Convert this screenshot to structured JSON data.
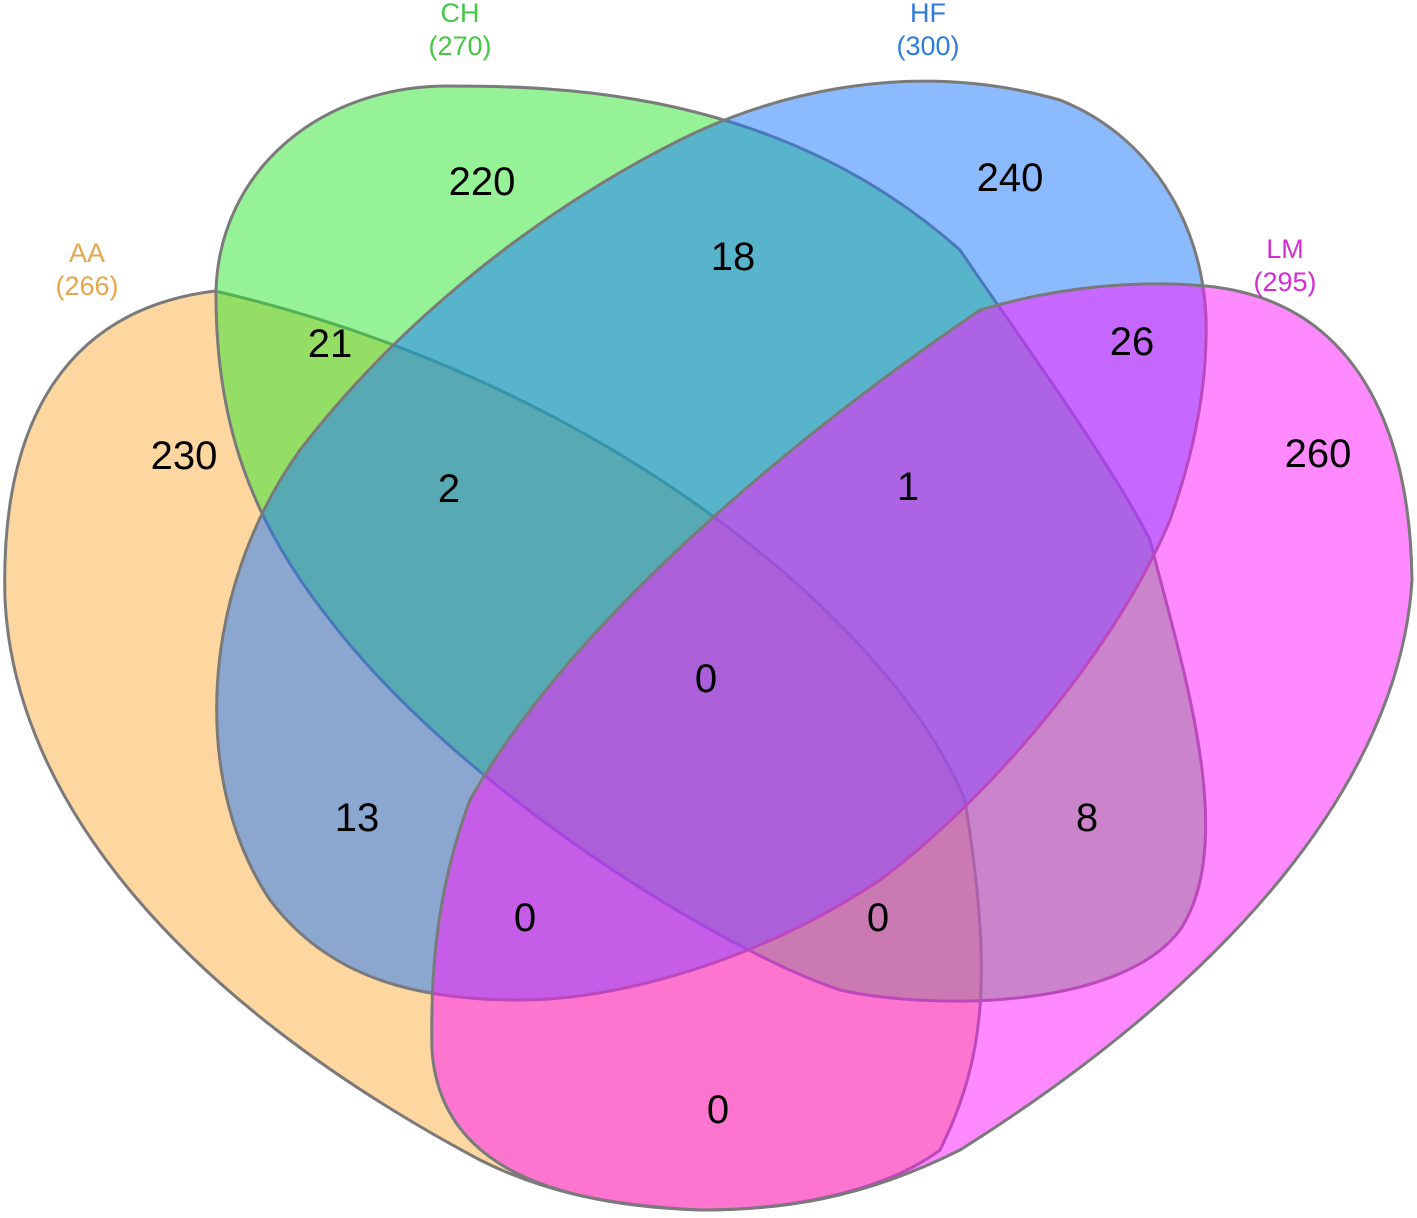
{
  "sets": [
    {
      "id": "AA",
      "name": "AA",
      "size_label": "(266)",
      "color": "#e8a64c",
      "fill": "#fcb040"
    },
    {
      "id": "CH",
      "name": "CH",
      "size_label": "(270)",
      "color": "#43c843",
      "fill": "#2ee52e"
    },
    {
      "id": "HF",
      "name": "HF",
      "size_label": "(300)",
      "color": "#2e7ce0",
      "fill": "#1a75ff"
    },
    {
      "id": "LM",
      "name": "LM",
      "size_label": "(295)",
      "color": "#d42bd4",
      "fill": "#ff14ff"
    }
  ],
  "regions": [
    {
      "sets": [
        "AA"
      ],
      "value": "230"
    },
    {
      "sets": [
        "CH"
      ],
      "value": "220"
    },
    {
      "sets": [
        "HF"
      ],
      "value": "240"
    },
    {
      "sets": [
        "LM"
      ],
      "value": "260"
    },
    {
      "sets": [
        "AA",
        "CH"
      ],
      "value": "21"
    },
    {
      "sets": [
        "CH",
        "HF"
      ],
      "value": "18"
    },
    {
      "sets": [
        "HF",
        "LM"
      ],
      "value": "26"
    },
    {
      "sets": [
        "AA",
        "CH",
        "HF"
      ],
      "value": "2"
    },
    {
      "sets": [
        "CH",
        "HF",
        "LM"
      ],
      "value": "1"
    },
    {
      "sets": [
        "AA",
        "CH",
        "HF",
        "LM"
      ],
      "value": "0"
    },
    {
      "sets": [
        "AA",
        "HF"
      ],
      "value": "13"
    },
    {
      "sets": [
        "CH",
        "LM"
      ],
      "value": "8"
    },
    {
      "sets": [
        "AA",
        "HF",
        "LM"
      ],
      "value": "0"
    },
    {
      "sets": [
        "AA",
        "CH",
        "LM"
      ],
      "value": "0"
    },
    {
      "sets": [
        "AA",
        "LM"
      ],
      "value": "0"
    }
  ]
}
